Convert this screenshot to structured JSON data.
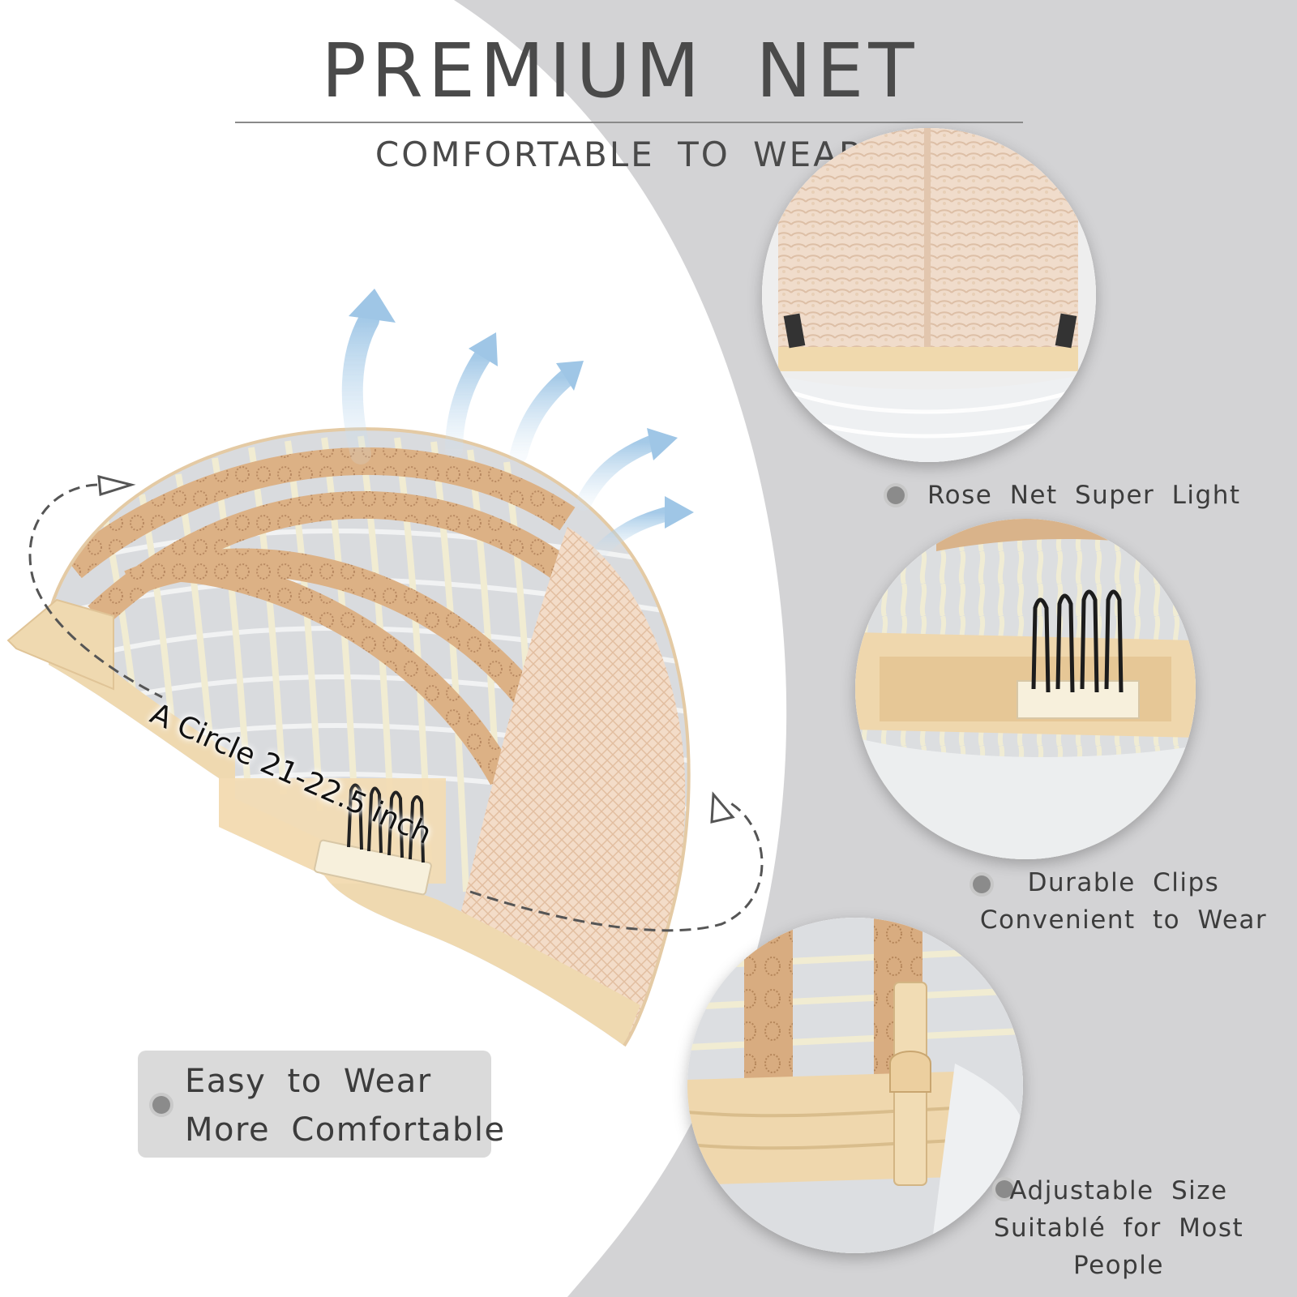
{
  "header": {
    "title": "PREMIUM NET",
    "subtitle": "COMFORTABLE TO WEAR"
  },
  "main_image": {
    "circumference_label": "A Circle 21-22.5 inch"
  },
  "info_box": {
    "line1": "Easy to Wear",
    "line2": "More Comfortable"
  },
  "features": [
    {
      "line1": "Rose Net Super Light"
    },
    {
      "line1": "Durable Clips",
      "line2": "Convenient to Wear"
    },
    {
      "line1": "Adjustable Size",
      "line2": "Suitablé for Most People"
    }
  ],
  "colors": {
    "background": "#d3d3d5",
    "curve_white": "#ffffff",
    "text_dark": "#4a4a4a",
    "cap_tan": "#e8c9a0",
    "cap_band": "#d9a877",
    "hair_silver": "#e4e6e8",
    "airflow_blue": "#a9cde8",
    "bullet_grey": "#8b8b8b"
  },
  "icons": [
    "airflow-arrow-icon",
    "bullet-dot-icon",
    "dashed-arrow-icon",
    "clip-comb-icon"
  ]
}
